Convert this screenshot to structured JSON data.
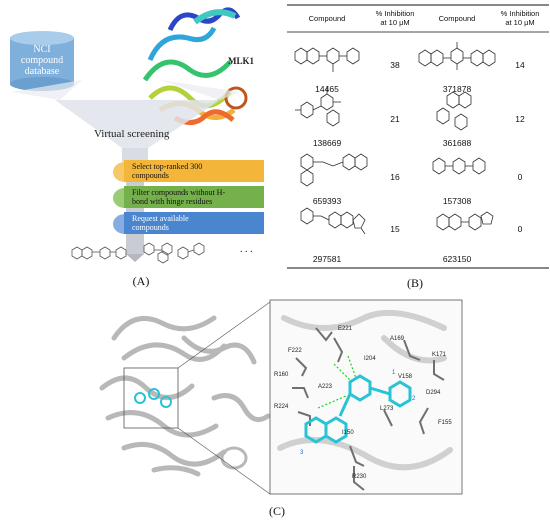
{
  "panel_a": {
    "database_label": [
      "NCI",
      "compound",
      "database"
    ],
    "protein_label": "MLK1",
    "screening_label": "Virtual screening",
    "steps": [
      {
        "text": [
          "Select top-ranked 300",
          "compounds"
        ],
        "color": "#f3b63a"
      },
      {
        "text": [
          "Filter compounds without H-",
          "bond with hinge residues"
        ],
        "color": "#74b14b"
      },
      {
        "text": [
          "Request available",
          "compounds"
        ],
        "color": "#4a86cf"
      }
    ],
    "ellipsis": ". . .",
    "label": "(A)"
  },
  "panel_b": {
    "headers": {
      "compound": "Compound",
      "inhibition": [
        "% Inhibition",
        "at 10 μM"
      ]
    },
    "rows": [
      {
        "left": {
          "id": "14465",
          "value": "38"
        },
        "right": {
          "id": "371878",
          "value": "14"
        }
      },
      {
        "left": {
          "id": "138669",
          "value": "21"
        },
        "right": {
          "id": "361688",
          "value": "12"
        }
      },
      {
        "left": {
          "id": "659393",
          "value": "16"
        },
        "right": {
          "id": "157308",
          "value": "0"
        }
      },
      {
        "left": {
          "id": "297581",
          "value": "15"
        },
        "right": {
          "id": "623150",
          "value": "0"
        }
      }
    ],
    "label": "(B)"
  },
  "panel_c": {
    "residues": [
      "E221",
      "A169",
      "I204",
      "F222",
      "K171",
      "R160",
      "V158",
      "D294",
      "A223",
      "R224",
      "L273",
      "F155",
      "I150",
      "R230"
    ],
    "site_numbers": [
      "1",
      "2",
      "3"
    ],
    "label": "(C)"
  },
  "colors": {
    "database": "#7fb0db",
    "funnel": "#e6e9ee",
    "ligand": "#29c3d6",
    "protein": "#b8b8b8",
    "hbond": "#1fd11f"
  }
}
